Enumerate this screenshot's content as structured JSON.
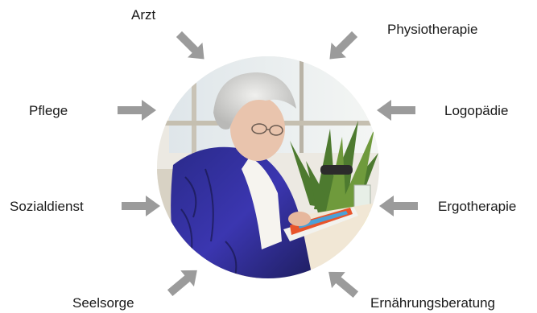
{
  "labels": {
    "arzt": "Arzt",
    "physiotherapie": "Physiotherapie",
    "pflege": "Pflege",
    "logopaedie": "Logopädie",
    "sozialdienst": "Sozialdienst",
    "ergotherapie": "Ergotherapie",
    "seelsorge": "Seelsorge",
    "ernaehrungsberatung": "Ernährungsberatung"
  },
  "colors": {
    "arrow": "#9b9b9b",
    "label": "#1a1a1a"
  },
  "photo": {
    "subject": "elderly woman reading a magazine",
    "icon": "photo-circle"
  }
}
